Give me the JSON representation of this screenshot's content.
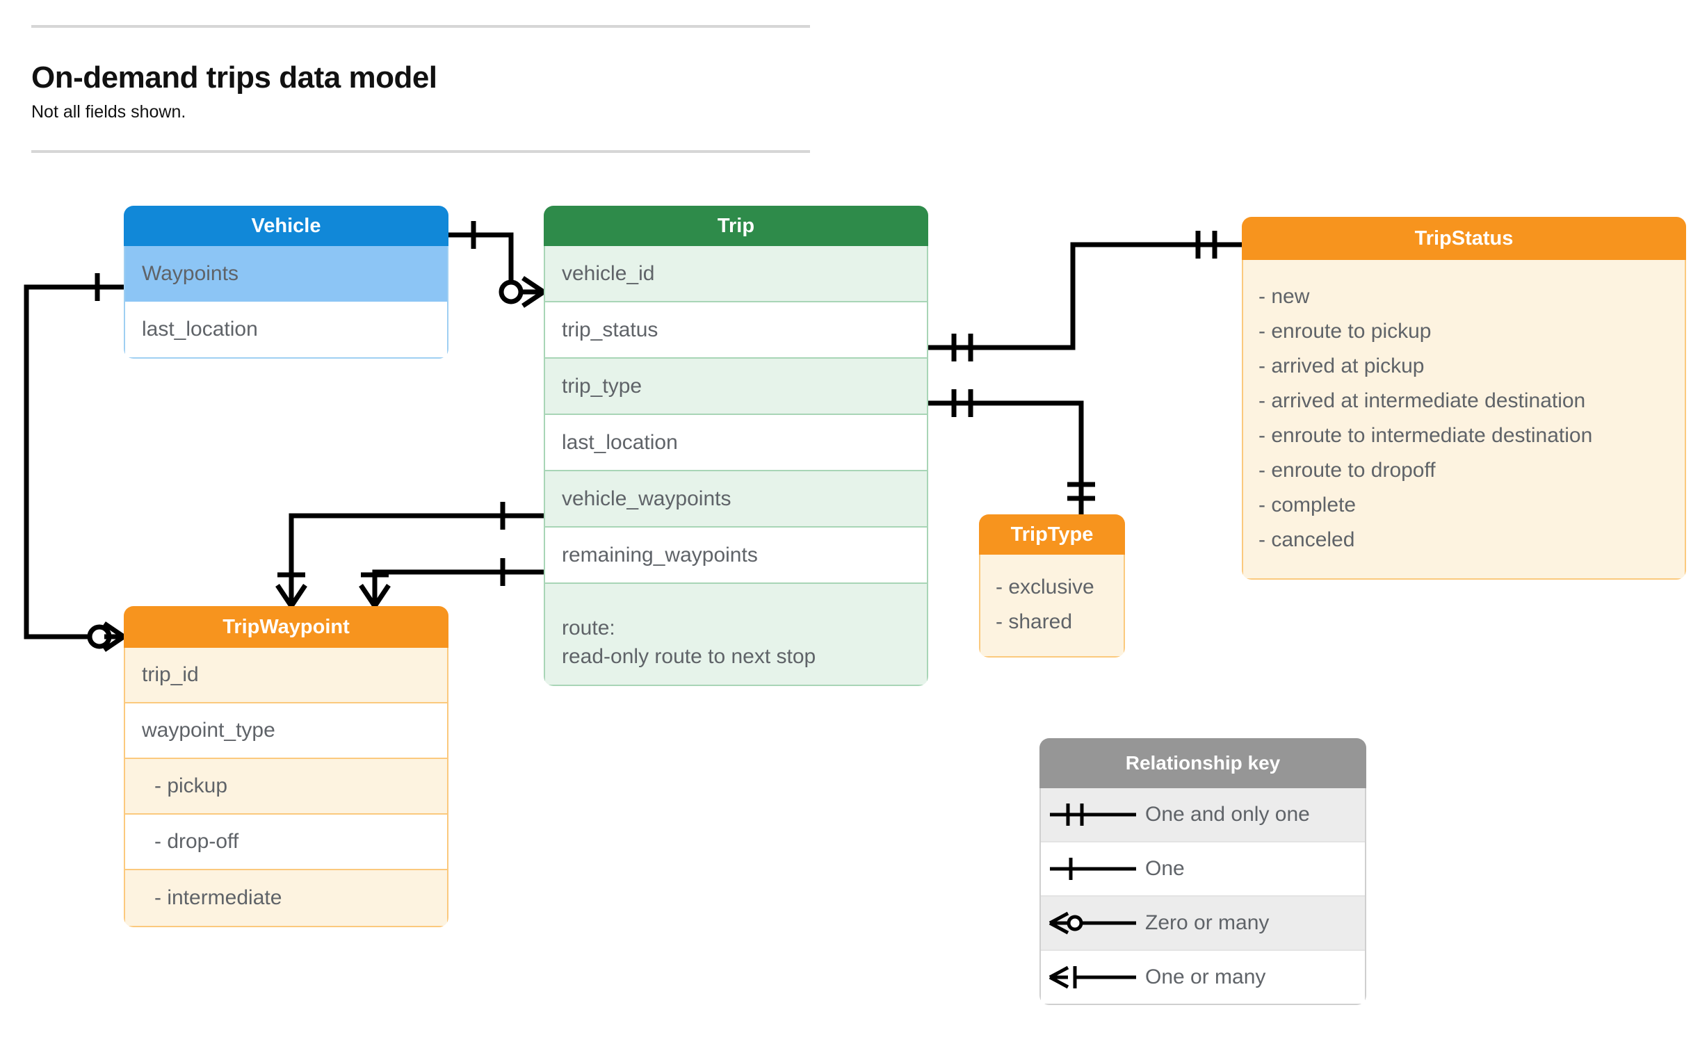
{
  "header": {
    "title": "On-demand trips data model",
    "subtitle": "Not all fields shown."
  },
  "entities": {
    "vehicle": {
      "name": "Vehicle",
      "header_color": "#1188d8",
      "fields": [
        {
          "label": "Waypoints"
        },
        {
          "label": "last_location"
        }
      ]
    },
    "trip": {
      "name": "Trip",
      "header_color": "#2e8b4a",
      "fields": [
        {
          "label": "vehicle_id"
        },
        {
          "label": "trip_status"
        },
        {
          "label": "trip_type"
        },
        {
          "label": "last_location"
        },
        {
          "label": "vehicle_waypoints"
        },
        {
          "label": "remaining_waypoints"
        },
        {
          "label": "route:",
          "sub": "read-only route to next stop"
        }
      ]
    },
    "trip_status": {
      "name": "TripStatus",
      "header_color": "#f7941e",
      "values": [
        "- new",
        "- enroute to pickup",
        "- arrived at pickup",
        "- arrived at intermediate destination",
        "- enroute to intermediate destination",
        "- enroute to dropoff",
        "- complete",
        "- canceled"
      ]
    },
    "trip_type": {
      "name": "TripType",
      "header_color": "#f7941e",
      "values": [
        "- exclusive",
        "- shared"
      ]
    },
    "trip_waypoint": {
      "name": "TripWaypoint",
      "header_color": "#f7941e",
      "fields": [
        {
          "label": "trip_id"
        },
        {
          "label": "waypoint_type"
        },
        {
          "label": "-  pickup"
        },
        {
          "label": "-  drop-off"
        },
        {
          "label": "-  intermediate"
        }
      ]
    }
  },
  "legend": {
    "title": "Relationship key",
    "rows": [
      {
        "symbol": "one-and-only-one-icon",
        "label": "One and only one"
      },
      {
        "symbol": "one-icon",
        "label": "One"
      },
      {
        "symbol": "zero-or-many-icon",
        "label": "Zero or many"
      },
      {
        "symbol": "one-or-many-icon",
        "label": "One or many"
      }
    ]
  },
  "relationships": [
    {
      "from": "Vehicle",
      "to": "Trip.vehicle_id",
      "from_card": "One",
      "to_card": "Zero or many"
    },
    {
      "from": "Vehicle.Waypoints",
      "to": "TripWaypoint",
      "from_card": "One",
      "to_card": "Zero or many"
    },
    {
      "from": "Trip.trip_status",
      "to": "TripStatus",
      "from_card": "One and only one",
      "to_card": "One and only one"
    },
    {
      "from": "Trip.trip_type",
      "to": "TripType",
      "from_card": "One and only one",
      "to_card": "One and only one"
    },
    {
      "from": "Trip.vehicle_waypoints",
      "to": "TripWaypoint",
      "from_card": "One",
      "to_card": "One or many"
    },
    {
      "from": "Trip.remaining_waypoints",
      "to": "TripWaypoint",
      "from_card": "One",
      "to_card": "One or many"
    }
  ],
  "colors": {
    "vehicle_header": "#1188d8",
    "vehicle_field_highlight": "#8cc5f5",
    "trip_header": "#2e8b4a",
    "trip_field_alt": "#e6f3ea",
    "orange_header": "#f7941e",
    "orange_body": "#fdf3e0",
    "legend_header": "#969696",
    "connector": "#000000"
  }
}
